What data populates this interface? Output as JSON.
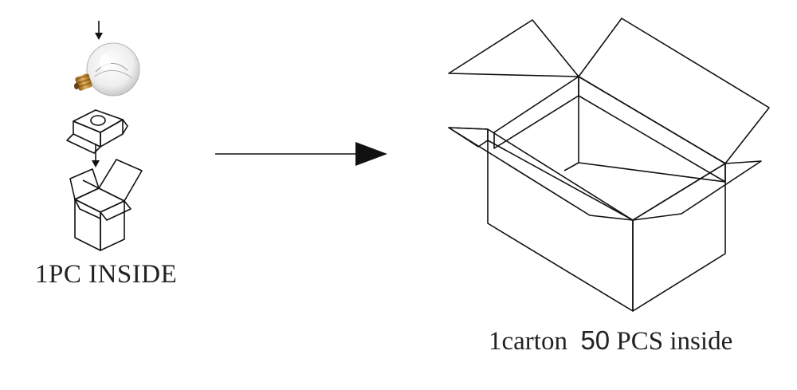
{
  "single_pack": {
    "label": "1PC INSIDE",
    "icons": [
      "arrow-down-icon",
      "light-bulb-icon",
      "bulb-insert-icon",
      "open-gift-box-icon"
    ]
  },
  "transition": {
    "icon": "arrow-right-icon"
  },
  "master_carton": {
    "label_prefix": "1carton",
    "quantity": "50",
    "label_suffix": "PCS inside",
    "icon": "open-carton-icon"
  },
  "colors": {
    "line": "#111111",
    "bulb_base": "#c8922e",
    "text": "#222222"
  }
}
